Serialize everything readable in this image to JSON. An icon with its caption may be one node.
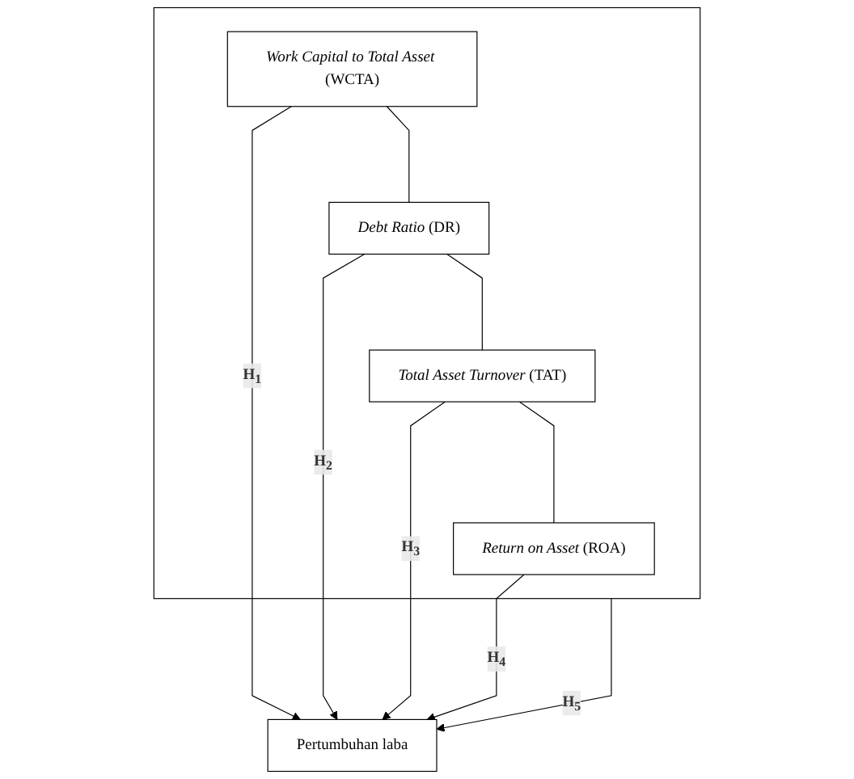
{
  "diagram": {
    "nodes": [
      {
        "text": [],
        "shape": "box"
      },
      {
        "text": [
          "*Work Capital to Total Asset* (WCTA)"
        ],
        "in": 0
      },
      {
        "text": [
          "*Debt Ratio* (DR)"
        ],
        "in": 0
      },
      {
        "text": [
          "*Total Asset Turnover* (TAT)"
        ],
        "in": 0
      },
      {
        "text": [
          "*Return on Asset* (ROA)"
        ],
        "in": 0
      },
      {
        "text": [
          "Pertumbuhan laba"
        ]
      }
    ],
    "edges": [
      {
        "from": 1,
        "to": 2,
        "arrow": "none"
      },
      {
        "from": 2,
        "to": 3,
        "arrow": "none"
      },
      {
        "from": 3,
        "to": 4,
        "arrow": "none"
      },
      {
        "from": 1,
        "to": 5,
        "arrow": "to",
        "label": "H$_{1}$"
      },
      {
        "from": 2,
        "to": 5,
        "arrow": "to",
        "label": "H$_{2}$"
      },
      {
        "from": 3,
        "to": 5,
        "arrow": "to",
        "label": "H$_{3}$"
      },
      {
        "from": 4,
        "to": 5,
        "arrow": "to",
        "label": "H$_{4}$"
      },
      {
        "from": 0,
        "to": 5,
        "arrow": "to",
        "label": "H$_{5}$"
      }
    ]
  }
}
